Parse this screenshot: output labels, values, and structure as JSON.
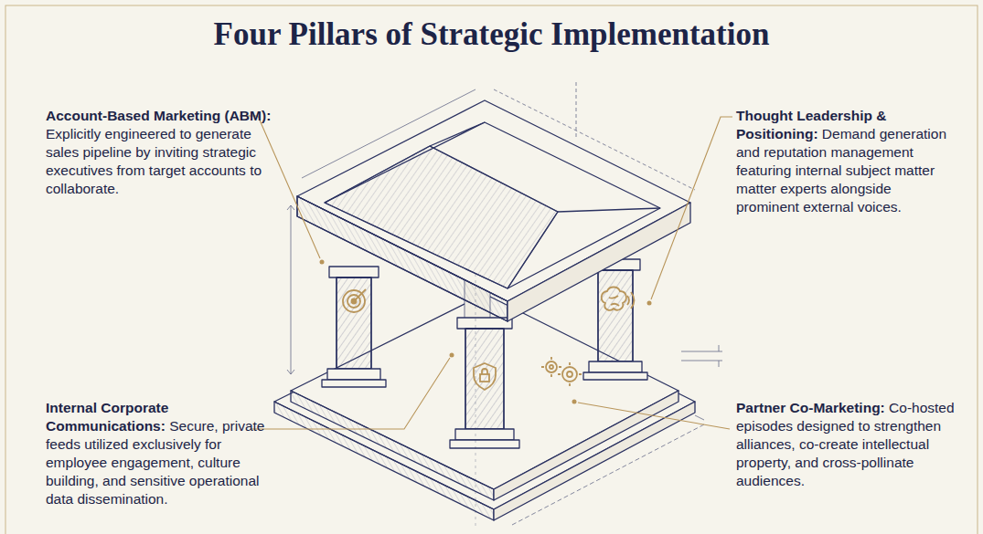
{
  "diagram": {
    "title": "Four Pillars of Strategic Implementation",
    "labels": [
      "Account-Based Marketing (ABM):",
      "Explicitly engineered to generate sales pipeline by inviting strategic executives from target accounts to collaborate.",
      "Thought Leadership & Positioning:",
      "Demand generation and reputation management featuring internal subject matter matter experts alongside prominent external voices.",
      "Internal Corporate Communications:",
      "Secure, private feeds utilized exclusively for employee engagement, culture building, and sensitive operational data dissemination.",
      "Partner Co-Marketing:",
      "Co-hosted episodes designed to strengthen alliances, co-create intellectual property, and cross-pollinate audiences."
    ]
  }
}
